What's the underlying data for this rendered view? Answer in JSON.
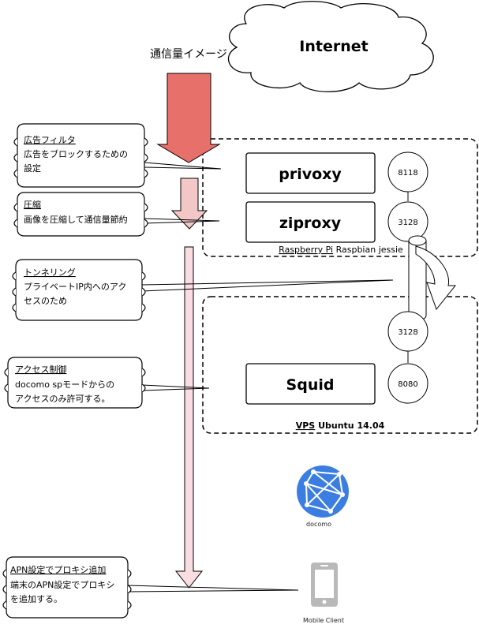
{
  "internet": {
    "label": "Internet"
  },
  "traffic_caption": "通信量イメージ",
  "callouts": {
    "ad_filter": {
      "title": "広告フィルタ",
      "line1": "広告をブロックするための",
      "line2": "設定"
    },
    "compression": {
      "title": "圧縮",
      "line1": "画像を圧縮して通信量節約"
    },
    "tunneling": {
      "title": "トンネリング",
      "line1": "プライベートIP内へのアク",
      "line2": "セスのため"
    },
    "access_control": {
      "title": "アクセス制御",
      "line1": "docomo spモードからの",
      "line2": "アクセスのみ許可する。"
    },
    "apn": {
      "title": "APN設定でプロキシ追加",
      "line1": "端末のAPN設定でプロキシ",
      "line2": "を追加する。"
    }
  },
  "raspberry": {
    "group_label_underlined": "Raspberry Pi",
    "group_label_rest": " Raspbian jessie",
    "privoxy": {
      "label": "privoxy",
      "port": "8118"
    },
    "ziproxy": {
      "label": "ziproxy",
      "port": "3128"
    }
  },
  "vps": {
    "group_label_underlined": "VPS",
    "group_label_rest": " Ubuntu 14.04",
    "tunnel_port": "3128",
    "squid": {
      "label": "Squid",
      "port": "8080"
    }
  },
  "docomo": {
    "label": "docomo"
  },
  "mobile_client": {
    "label": "Mobile Client"
  },
  "colors": {
    "arrow_large": "#e8706b",
    "arrow_medium": "#f4c7c7",
    "arrow_thin": "#fadde1",
    "docomo_blue": "#3b7de0",
    "phone_gray": "#b9b9b9"
  }
}
